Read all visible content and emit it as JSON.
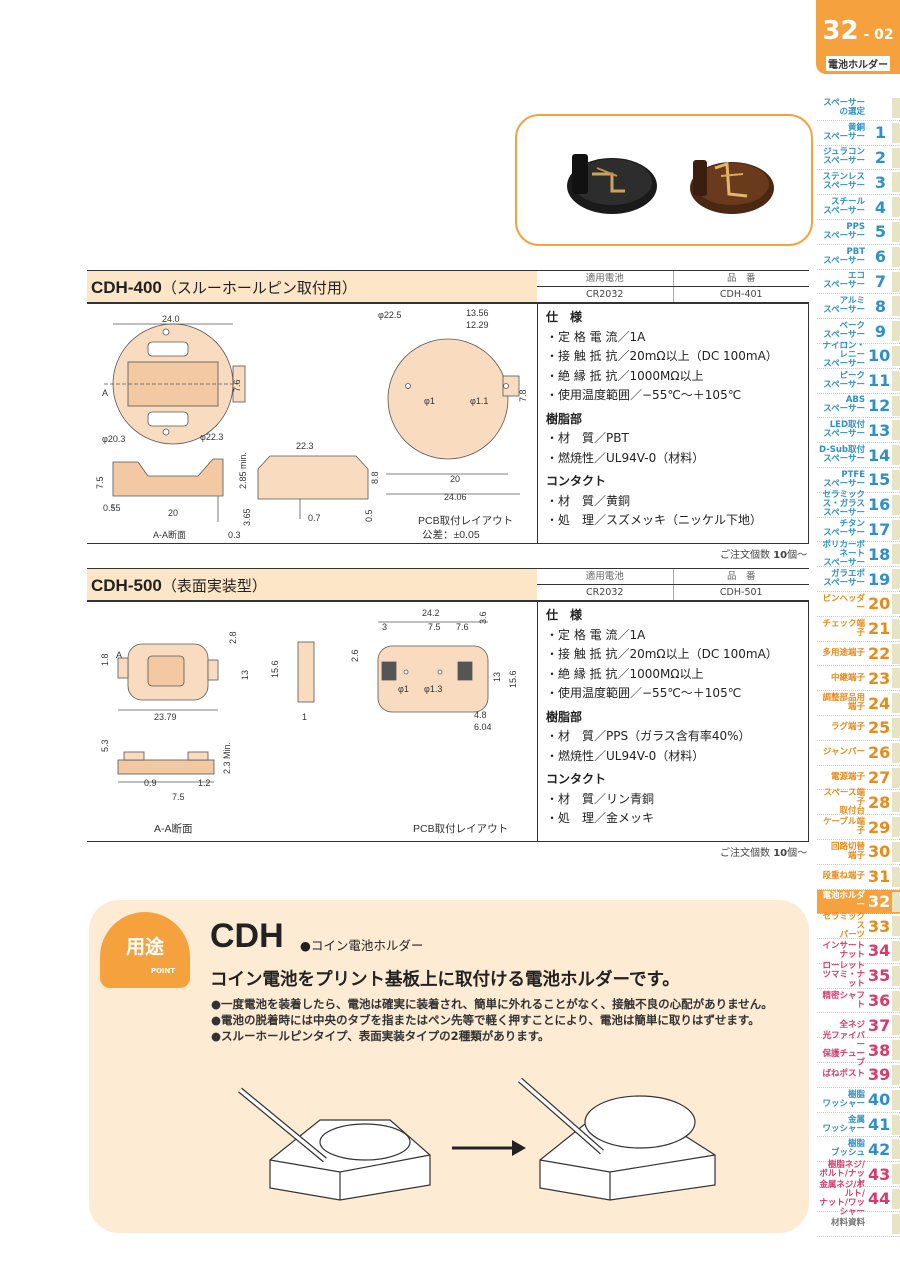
{
  "header": {
    "page_num": "32",
    "page_sub": "02",
    "section": "電池ホルダー"
  },
  "sidebar": [
    {
      "label": "スペーサー\nの選定",
      "num": "",
      "cls": "b"
    },
    {
      "label": "黄銅\nスペーサー",
      "num": "1",
      "cls": "b"
    },
    {
      "label": "ジュラコン\nスペーサー",
      "num": "2",
      "cls": "b"
    },
    {
      "label": "ステンレス\nスペーサー",
      "num": "3",
      "cls": "b"
    },
    {
      "label": "スチール\nスペーサー",
      "num": "4",
      "cls": "b"
    },
    {
      "label": "PPS\nスペーサー",
      "num": "5",
      "cls": "b"
    },
    {
      "label": "PBT\nスペーサー",
      "num": "6",
      "cls": "b"
    },
    {
      "label": "エコ\nスペーサー",
      "num": "7",
      "cls": "b"
    },
    {
      "label": "アルミ\nスペーサー",
      "num": "8",
      "cls": "b"
    },
    {
      "label": "ベーク\nスペーサー",
      "num": "9",
      "cls": "b"
    },
    {
      "label": "ナイロン・レニー\nスペーサー",
      "num": "10",
      "cls": "b"
    },
    {
      "label": "ピーク\nスペーサー",
      "num": "11",
      "cls": "b"
    },
    {
      "label": "ABS\nスペーサー",
      "num": "12",
      "cls": "b"
    },
    {
      "label": "LED取付\nスペーサー",
      "num": "13",
      "cls": "b"
    },
    {
      "label": "D-Sub取付\nスペーサー",
      "num": "14",
      "cls": "b"
    },
    {
      "label": "PTFE\nスペーサー",
      "num": "15",
      "cls": "b"
    },
    {
      "label": "セラミックス・ガラス\nスペーサー",
      "num": "16",
      "cls": "b"
    },
    {
      "label": "チタン\nスペーサー",
      "num": "17",
      "cls": "b"
    },
    {
      "label": "ポリカーボネート\nスペーサー",
      "num": "18",
      "cls": "b"
    },
    {
      "label": "ガラエポ\nスペーサー",
      "num": "19",
      "cls": "b"
    },
    {
      "label": "ピンヘッダー",
      "num": "20",
      "cls": "o"
    },
    {
      "label": "チェック端子",
      "num": "21",
      "cls": "o"
    },
    {
      "label": "多用途端子",
      "num": "22",
      "cls": "o"
    },
    {
      "label": "中継端子",
      "num": "23",
      "cls": "o"
    },
    {
      "label": "調整部品用\n端子",
      "num": "24",
      "cls": "o"
    },
    {
      "label": "ラグ端子",
      "num": "25",
      "cls": "o"
    },
    {
      "label": "ジャンパー",
      "num": "26",
      "cls": "o"
    },
    {
      "label": "電源端子",
      "num": "27",
      "cls": "o"
    },
    {
      "label": "スペース端子\n取付台",
      "num": "28",
      "cls": "o"
    },
    {
      "label": "ケーブル端子",
      "num": "29",
      "cls": "o"
    },
    {
      "label": "回路切替\n端子",
      "num": "30",
      "cls": "o"
    },
    {
      "label": "段重ね端子",
      "num": "31",
      "cls": "o"
    },
    {
      "label": "電池ホルダー",
      "num": "32",
      "cls": "o cur"
    },
    {
      "label": "セラミックス\nパーツ",
      "num": "33",
      "cls": "o"
    },
    {
      "label": "インサート\nナット",
      "num": "34",
      "cls": "r"
    },
    {
      "label": "ローレット\nツマミ・ナット",
      "num": "35",
      "cls": "r"
    },
    {
      "label": "精密シャフト",
      "num": "36",
      "cls": "r"
    },
    {
      "label": "全ネジ",
      "num": "37",
      "cls": "r"
    },
    {
      "label": "光ファイバー\n保護チューブ",
      "num": "38",
      "cls": "r"
    },
    {
      "label": "ばねポスト",
      "num": "39",
      "cls": "r"
    },
    {
      "label": "樹脂\nワッシャー",
      "num": "40",
      "cls": "b"
    },
    {
      "label": "金属\nワッシャー",
      "num": "41",
      "cls": "b"
    },
    {
      "label": "樹脂\nブッシュ",
      "num": "42",
      "cls": "b"
    },
    {
      "label": "樹脂ネジ/\nボルト/ナット",
      "num": "43",
      "cls": "r"
    },
    {
      "label": "金属ネジ/ボルト/\nナット/ワッシャー",
      "num": "44",
      "cls": "r"
    },
    {
      "label": "材料資料",
      "num": "",
      "cls": "g"
    }
  ],
  "cdh400": {
    "title": "CDH-400",
    "title_sub": "（スルーホールピン取付用）",
    "tbl_h1": "適用電池",
    "tbl_h2": "品　番",
    "tbl_v1": "CR2032",
    "tbl_v2": "CDH-401",
    "spec_title": "仕　様",
    "specs": [
      "・定 格 電 流／1A",
      "・接 触 抵 抗／20mΩ以上（DC 100mA）",
      "・絶 縁 抵 抗／1000MΩ以上",
      "・使用温度範囲／−55℃〜＋105℃"
    ],
    "resin_title": "樹脂部",
    "resin": [
      "・材　質／PBT",
      "・燃焼性／UL94V-0（材料）"
    ],
    "contact_title": "コンタクト",
    "contact": [
      "・材　質／黄銅",
      "・処　理／スズメッキ（ニッケル下地）"
    ],
    "aa": "A-A断面",
    "pcb": "PCB取付レイアウト",
    "tol": "公差：±0.05",
    "order_pre": "ご注文個数 ",
    "order_num": "10",
    "order_post": "個〜",
    "dims": {
      "d240": "24.0",
      "d76": "7.6",
      "dA": "A",
      "d203": "φ20.3",
      "d223": "φ22.3",
      "d75": "7.5",
      "d055": "0.55",
      "d20": "20",
      "d285": "2.85 min.",
      "d365": "3.65",
      "d03": "0.3",
      "d22_3": "22.3",
      "d07": "0.7",
      "d88": "8.8",
      "d05": "0.5",
      "p225": "φ22.5",
      "p1356": "13.56",
      "p1229": "12.29",
      "p78": "7.8",
      "p1": "φ1",
      "p11": "φ1.1",
      "p20": "20",
      "p2406": "24.06"
    }
  },
  "cdh500": {
    "title": "CDH-500",
    "title_sub": "（表面実装型）",
    "tbl_h1": "適用電池",
    "tbl_h2": "品　番",
    "tbl_v1": "CR2032",
    "tbl_v2": "CDH-501",
    "spec_title": "仕　様",
    "specs": [
      "・定 格 電 流／1A",
      "・接 触 抵 抗／20mΩ以上（DC 100mA）",
      "・絶 縁 抵 抗／1000MΩ以上",
      "・使用温度範囲／−55℃〜＋105℃"
    ],
    "resin_title": "樹脂部",
    "resin": [
      "・材　質／PPS（ガラス含有率40%）",
      "・燃焼性／UL94V-0（材料）"
    ],
    "contact_title": "コンタクト",
    "contact": [
      "・材　質／リン青銅",
      "・処　理／金メッキ"
    ],
    "aa": "A-A断面",
    "pcb": "PCB取付レイアウト",
    "order_pre": "ご注文個数 ",
    "order_num": "10",
    "order_post": "個〜",
    "dims": {
      "d28": "2.8",
      "d18": "1.8",
      "dA": "A",
      "d13": "13",
      "d2379": "23.79",
      "d156": "15.6",
      "d1": "1",
      "d53": "5.3",
      "d23min": "2.3 Min.",
      "d09": "0.9",
      "d12": "1.2",
      "d75": "7.5",
      "p242": "24.2",
      "p3": "3",
      "p75": "7.5",
      "p76": "7.6",
      "p36": "3.6",
      "p26": "2.6",
      "p1": "φ1",
      "p13": "φ1.3",
      "p13b": "13",
      "p156": "15.6",
      "p48": "4.8",
      "p604": "6.04"
    }
  },
  "use": {
    "badge": "用途",
    "badge_point": "POINT",
    "title": "CDH",
    "subtitle": "●コイン電池ホルダー",
    "headline": "コイン電池をプリント基板上に取付ける電池ホルダーです。",
    "bullets": [
      "●一度電池を装着したら、電池は確実に装着され、簡単に外れることがなく、接触不良の心配がありません。",
      "●電池の脱着時には中央のタブを指またはペン先等で軽く押すことにより、電池は簡単に取りはずせます。",
      "●スルーホールピンタイプ、表面実装タイプの2種類があります。"
    ]
  },
  "colors": {
    "accent": "#f5a23e",
    "section_bg": "#fde6c8",
    "part_fill": "#f9dcc0",
    "blue": "#2f8fc9",
    "red": "#d83a6a"
  }
}
